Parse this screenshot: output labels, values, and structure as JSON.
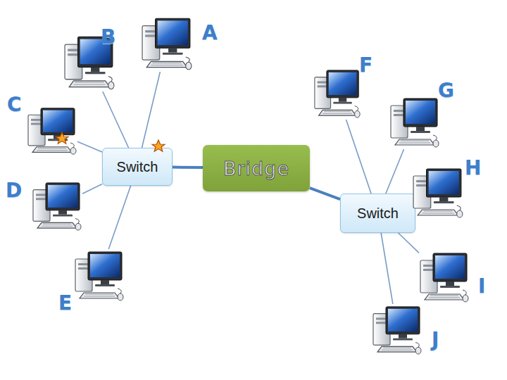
{
  "diagram": {
    "nodes": [
      {
        "text": [
          "Switch"
        ]
      },
      {
        "text": [
          "Bridge"
        ]
      },
      {
        "text": [
          "Switch"
        ]
      },
      {
        "text": [
          "A"
        ]
      },
      {
        "text": [
          "B"
        ]
      },
      {
        "text": [
          "C"
        ]
      },
      {
        "text": [
          "D"
        ]
      },
      {
        "text": [
          "E"
        ]
      },
      {
        "text": [
          "F"
        ]
      },
      {
        "text": [
          "G"
        ]
      },
      {
        "text": [
          "H"
        ]
      },
      {
        "text": [
          "I"
        ]
      },
      {
        "text": [
          "J"
        ]
      }
    ],
    "edges": [
      {
        "from": 0,
        "to": 1,
        "arrow": "none"
      },
      {
        "from": 1,
        "to": 2,
        "arrow": "none"
      },
      {
        "from": 3,
        "to": 0,
        "arrow": "none"
      },
      {
        "from": 4,
        "to": 0,
        "arrow": "none"
      },
      {
        "from": 5,
        "to": 0,
        "arrow": "none"
      },
      {
        "from": 6,
        "to": 0,
        "arrow": "none"
      },
      {
        "from": 7,
        "to": 0,
        "arrow": "none"
      },
      {
        "from": 8,
        "to": 2,
        "arrow": "none"
      },
      {
        "from": 9,
        "to": 2,
        "arrow": "none"
      },
      {
        "from": 10,
        "to": 2,
        "arrow": "none"
      },
      {
        "from": 11,
        "to": 2,
        "arrow": "none"
      },
      {
        "from": 12,
        "to": 2,
        "arrow": "none"
      }
    ]
  }
}
